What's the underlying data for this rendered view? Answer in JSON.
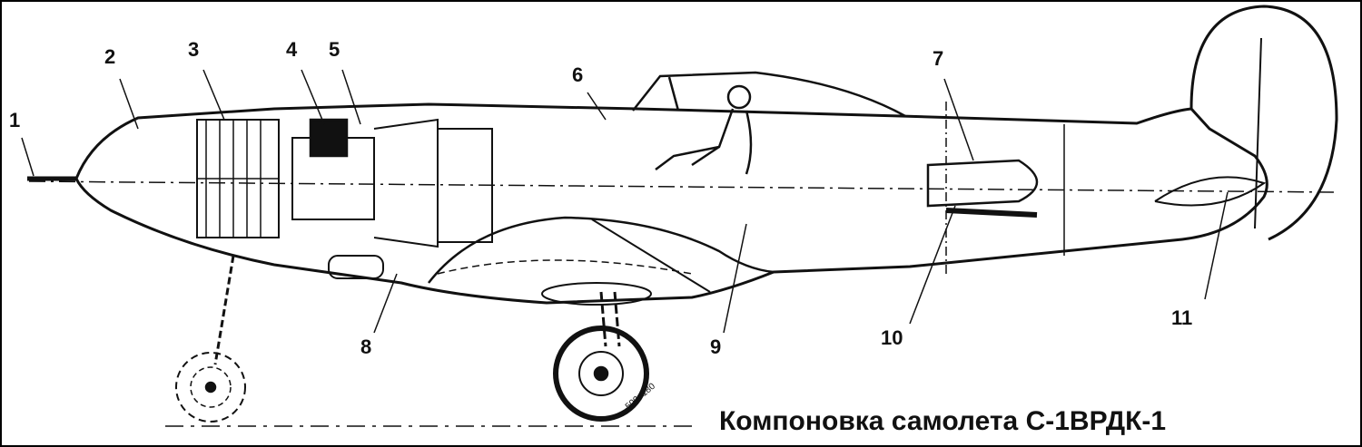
{
  "caption": "Компоновка самолета С-1ВРДК-1",
  "callouts": [
    "1",
    "2",
    "3",
    "4",
    "5",
    "6",
    "7",
    "8",
    "9",
    "10",
    "11"
  ],
  "wheel_marking": "500×180"
}
